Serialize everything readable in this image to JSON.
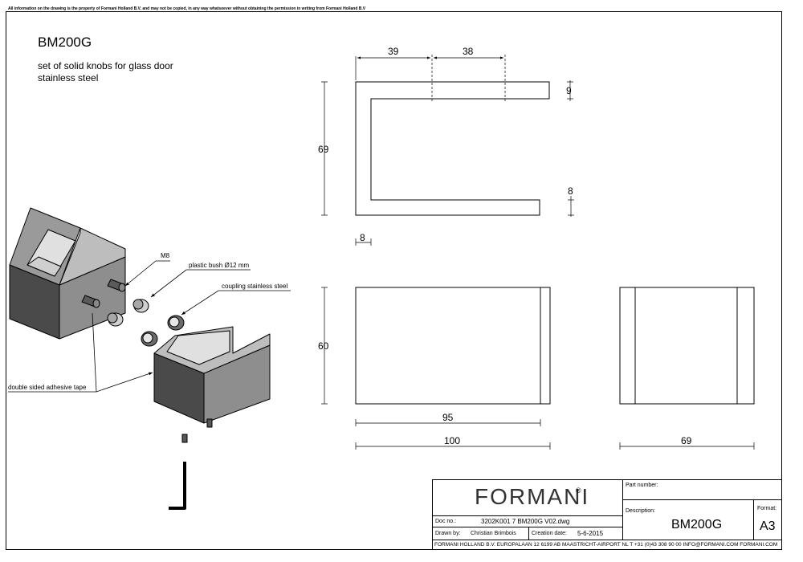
{
  "disclaimer": "All information on the drawing is the property of Formani Holland B.V. and may not be copied, in any way whatsoever without obtaining the permission in writing from Formani Holland B.V",
  "product": {
    "code": "BM200G",
    "description_line1": "set of solid knobs for glass door",
    "description_line2": "stainless steel"
  },
  "callouts": {
    "m8": "M8",
    "plastic_bush": "plastic bush Ø12 mm",
    "coupling": "coupling stainless steel",
    "tape": "double sided adhesive tape"
  },
  "dimensions": {
    "top_39": "39",
    "top_38": "38",
    "height_69": "69",
    "right_9": "9",
    "right_8": "8",
    "small_8": "8",
    "height_60": "60",
    "width_95": "95",
    "width_100": "100",
    "width_69": "69"
  },
  "title_block": {
    "brand": "FORMANI",
    "registered": "®",
    "doc_no_label": "Doc no.:",
    "doc_no_value": "3202K001 7 BM200G  V02.dwg",
    "drawn_by_label": "Drawn by:",
    "drawn_by_value": "Christian Brimbois",
    "creation_date_label": "Creation date:",
    "creation_date_value": "5-6-2015",
    "part_number_label": "Part number:",
    "description_label": "Description:",
    "description_value": "BM200G",
    "format_label": "Format:",
    "format_value": "A3",
    "footer": "FORMANI HOLLAND B.V.  EUROPALAAN 12  6199 AB MAASTRICHT-AIRPORT NL  T +31 (0)43 308 90 00 INFO@FORMANI.COM FORMANI.COM"
  }
}
